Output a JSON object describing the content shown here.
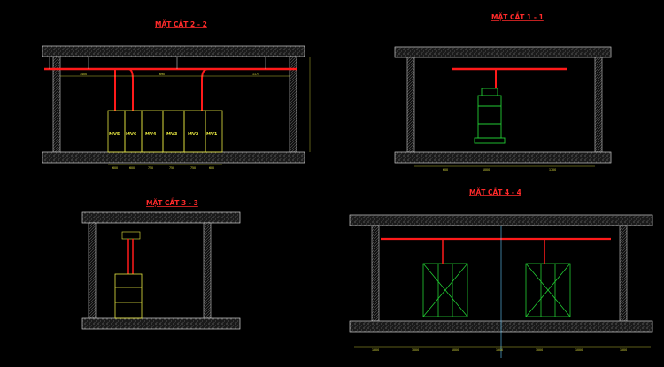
{
  "sections": {
    "s22": {
      "title": "MẶT CẮT 2 - 2",
      "cells": [
        "MV5",
        "MV6",
        "MV4",
        "MV3",
        "MV2",
        "MV1"
      ],
      "dims_top": [
        "1400",
        "690",
        "1175"
      ],
      "dims_bottom": [
        "600",
        "600",
        "750",
        "750",
        "750",
        "600"
      ]
    },
    "s11": {
      "title": "MẶT CẮT 1 - 1",
      "dims_bottom": [
        "600",
        "1000",
        "1700"
      ]
    },
    "s33": {
      "title": "MẶT CẮT 3 - 3"
    },
    "s44": {
      "title": "MẶT CẮT 4 - 4",
      "dims_bottom": [
        "1500",
        "1000",
        "1000",
        "1500",
        "1000",
        "1000",
        "1500"
      ]
    }
  },
  "colors": {
    "bg": "#000000",
    "wall": "#c8c8c8",
    "cable": "#ff1a1a",
    "equipment": "#e6e640",
    "transformer": "#22cc33",
    "annotation": "#e6e640",
    "title": "#ff2a2a"
  }
}
